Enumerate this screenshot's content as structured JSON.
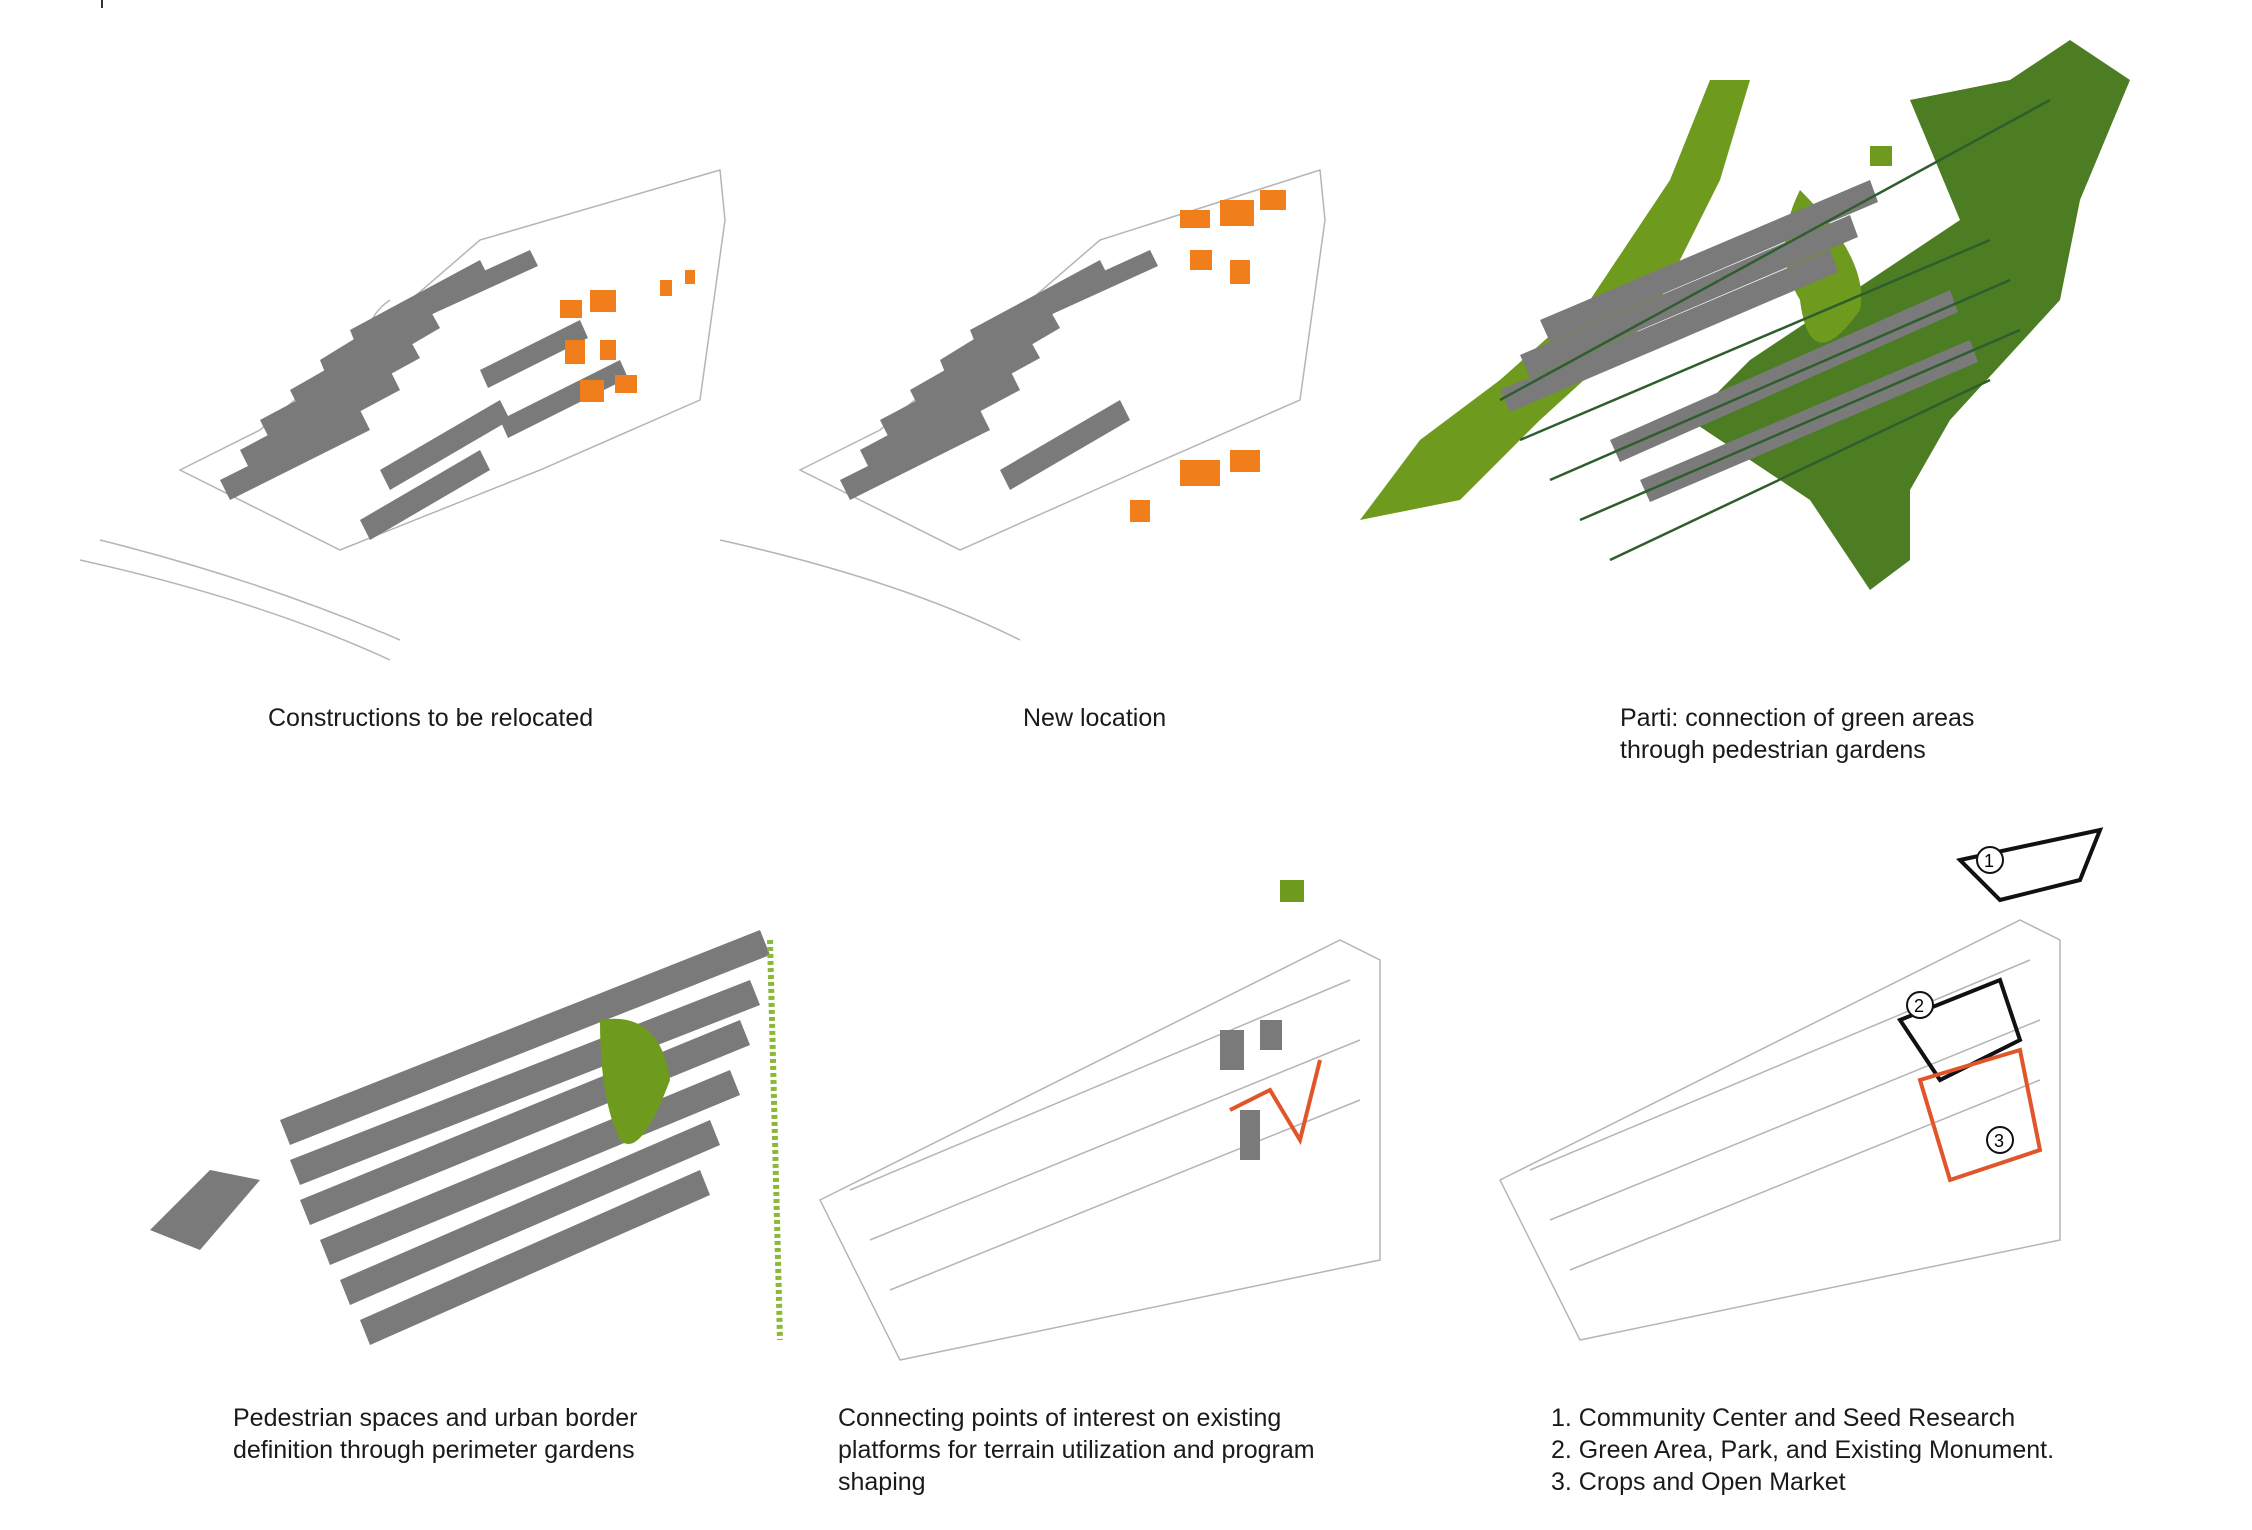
{
  "colors": {
    "block": "#7a7a7a",
    "outline": "#b5b5b5",
    "relocate": "#f07f1b",
    "green_fill": "#6e9a1e",
    "green_hatch": "#4c7d22",
    "arrow": "#2e5e2e",
    "hedge": "#8cb83a",
    "program_orange": "#e0562a",
    "program_black": "#111111"
  },
  "panels": [
    {
      "caption": [
        "Constructions to be relocated"
      ]
    },
    {
      "caption": [
        "New location"
      ]
    },
    {
      "caption": [
        "Parti: connection of green areas",
        "through pedestrian gardens"
      ]
    },
    {
      "caption": [
        "Pedestrian spaces and urban border",
        "definition through perimeter gardens"
      ]
    },
    {
      "caption": [
        "Connecting points of interest on existing",
        "platforms for terrain utilization and program",
        "shaping"
      ]
    },
    {
      "caption": [
        "1. Community Center and Seed Research",
        "2. Green Area, Park, and Existing Monument.",
        "3. Crops and Open Market"
      ]
    }
  ],
  "markers": [
    "1",
    "2",
    "3"
  ]
}
